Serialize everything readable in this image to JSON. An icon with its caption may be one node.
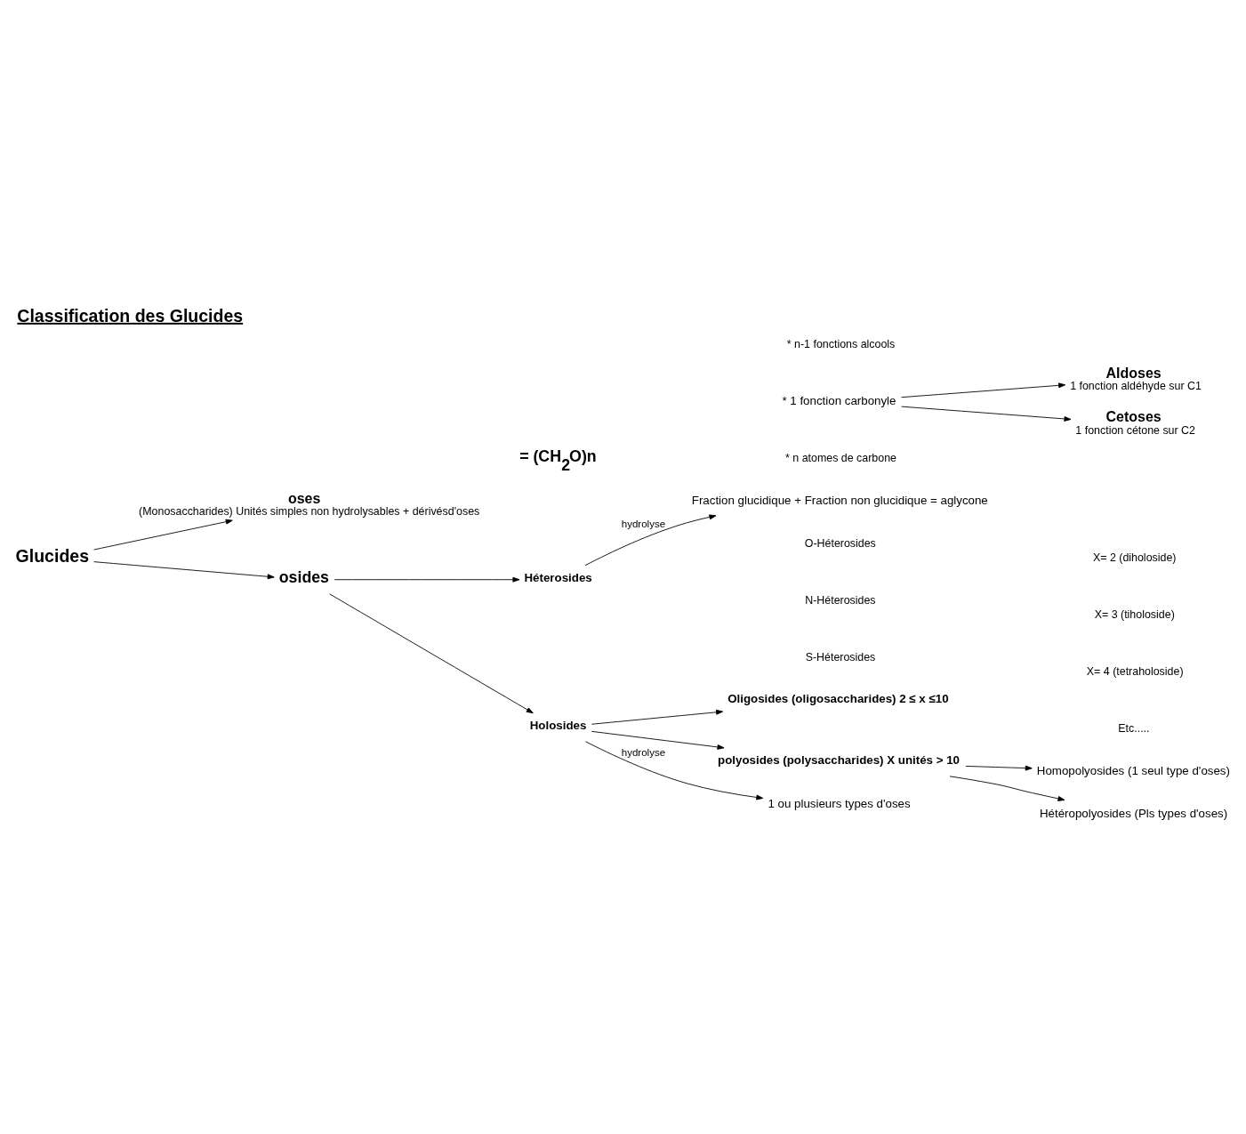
{
  "diagram": {
    "title": "Classification des Glucides",
    "nodes": [
      {
        "text": [
          "Glucides"
        ]
      },
      {
        "text": [
          "oses",
          "(Monosaccharides) Unités simples non hydrolysables + dérivésd'oses"
        ]
      },
      {
        "text": [
          "= (CH$_{2}$O)n"
        ]
      },
      {
        "text": [
          "* 1 fonction carbonyle"
        ]
      },
      {
        "text": [
          "Aldoses",
          "1 fonction aldéhyde sur C1"
        ]
      },
      {
        "text": [
          "Cetoses",
          "1 fonction cétone sur C2"
        ]
      },
      {
        "text": [
          "osides"
        ]
      },
      {
        "text": [
          "Holosides"
        ]
      },
      {
        "text": [
          "1 ou plusieurs types d'oses"
        ]
      },
      {
        "text": [
          "Oligosides (oligosaccharides) 2 ≤ x ≤10"
        ]
      },
      {
        "text": [
          "polyosides (polysaccharides) X unités > 10"
        ]
      },
      {
        "text": [
          "Homopolyosides (1 seul type d'oses)"
        ]
      },
      {
        "text": [
          "Hétéropolyosides (Pls types d'oses)"
        ]
      },
      {
        "text": [
          "Héterosides"
        ]
      },
      {
        "text": [
          "Fraction glucidique + Fraction non glucidique = aglycone"
        ]
      }
    ],
    "edges": [
      {
        "from": 0,
        "to": 1,
        "arrow": "to"
      },
      {
        "from": 0,
        "to": 6,
        "arrow": "to"
      },
      {
        "from": 3,
        "to": 4,
        "arrow": "to"
      },
      {
        "from": 3,
        "to": 5,
        "arrow": "to"
      },
      {
        "from": 6,
        "to": 7,
        "arrow": "to"
      },
      {
        "from": 6,
        "to": 13,
        "arrow": "to"
      },
      {
        "from": 7,
        "to": 9,
        "arrow": "to"
      },
      {
        "from": 7,
        "to": 10,
        "arrow": "to"
      },
      {
        "from": 7,
        "to": 8,
        "arrow": "to",
        "label": "hydrolyse"
      },
      {
        "from": 10,
        "to": 11,
        "arrow": "to"
      },
      {
        "from": 10,
        "to": 12,
        "arrow": "to"
      },
      {
        "from": 13,
        "to": 14,
        "arrow": "to",
        "label": "hydrolyse"
      }
    ],
    "labels": [
      "* n-1 fonctions alcools",
      "* n atomes de carbone",
      "X= 2 (diholoside)",
      "X= 3 (tiholoside)",
      "X= 4 (tetraholoside)",
      "Etc.....",
      "O-Héterosides",
      "N-Héterosides",
      "S-Héterosides"
    ]
  }
}
